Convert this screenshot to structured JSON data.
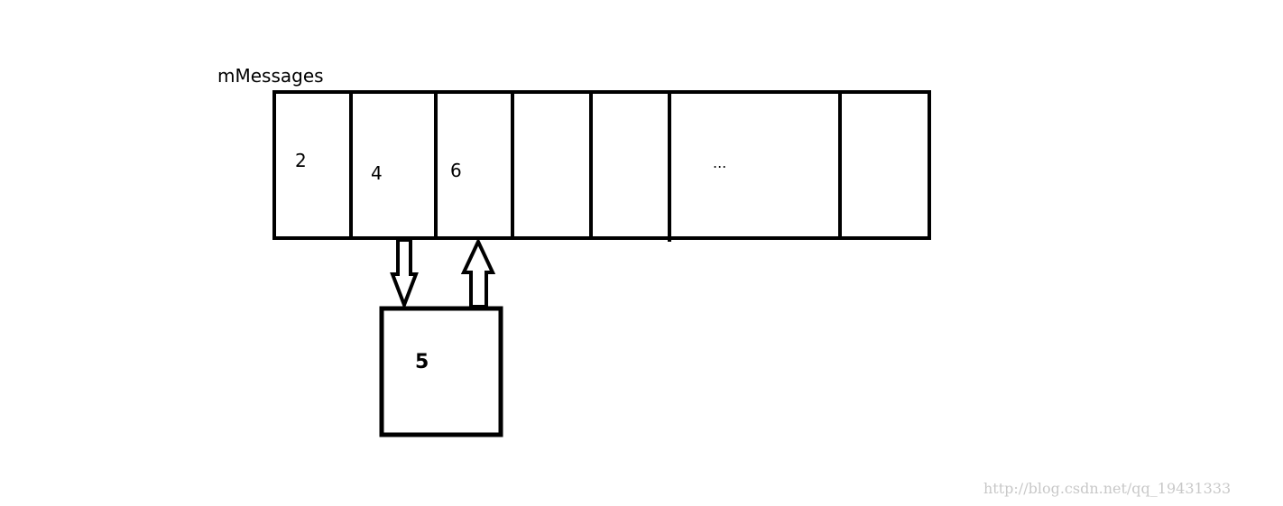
{
  "diagram": {
    "array_name": "mMessages",
    "cells": [
      "2",
      "4",
      "6",
      "",
      "",
      "...",
      ""
    ],
    "inserted_value": "5",
    "arrows": [
      {
        "direction": "down",
        "from": "array",
        "to": "inserted-box"
      },
      {
        "direction": "up",
        "from": "inserted-box",
        "to": "array"
      }
    ],
    "colors": {
      "stroke": "#000000",
      "background": "#ffffff",
      "watermark": "#c8c8c8"
    }
  },
  "watermark": "http://blog.csdn.net/qq_19431333"
}
